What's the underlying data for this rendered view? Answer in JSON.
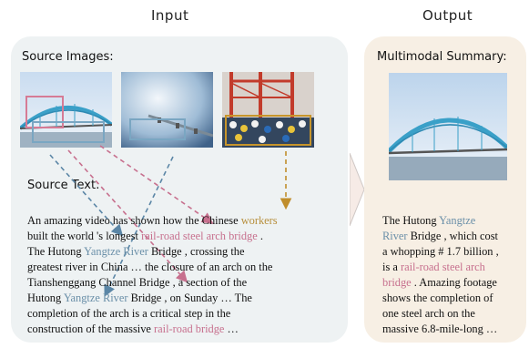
{
  "headers": {
    "input": "Input",
    "output": "Output"
  },
  "input": {
    "source_images_label": "Source Images:",
    "source_text_label": "Source Text:",
    "lines": [
      [
        {
          "t": "An amazing video has shown how the Chinese ",
          "c": ""
        },
        {
          "t": "workers",
          "c": "gold"
        }
      ],
      [
        {
          "t": "built the world 's longest ",
          "c": ""
        },
        {
          "t": "rail-road steel arch bridge",
          "c": "pink"
        },
        {
          "t": " .",
          "c": ""
        }
      ],
      [
        {
          "t": "The Hutong ",
          "c": ""
        },
        {
          "t": "Yangtze River",
          "c": "blue"
        },
        {
          "t": " Bridge , crossing the",
          "c": ""
        }
      ],
      [
        {
          "t": "greatest river in China … the closure of an arch on the",
          "c": ""
        }
      ],
      [
        {
          "t": "Tianshenggang Channel Bridge , a section of the",
          "c": ""
        }
      ],
      [
        {
          "t": "Hutong ",
          "c": ""
        },
        {
          "t": "Yangtze River",
          "c": "blue"
        },
        {
          "t": " Bridge , on Sunday … The",
          "c": ""
        }
      ],
      [
        {
          "t": "completion of the arch is a critical step in the",
          "c": ""
        }
      ],
      [
        {
          "t": "construction of the massive ",
          "c": ""
        },
        {
          "t": "rail-road bridge",
          "c": "pink"
        },
        {
          "t": " …",
          "c": ""
        }
      ]
    ]
  },
  "output": {
    "label": "Multimodal Summary:",
    "lines": [
      [
        {
          "t": "The Hutong ",
          "c": ""
        },
        {
          "t": "Yangtze",
          "c": "blue"
        }
      ],
      [
        {
          "t": "River",
          "c": "blue"
        },
        {
          "t": " Bridge , which cost",
          "c": ""
        }
      ],
      [
        {
          "t": "a whopping # 1.7 billion ,",
          "c": ""
        }
      ],
      [
        {
          "t": "is a ",
          "c": ""
        },
        {
          "t": "rail-road steel arch",
          "c": "pink"
        }
      ],
      [
        {
          "t": "bridge",
          "c": "pink"
        },
        {
          "t": " . Amazing footage",
          "c": ""
        }
      ],
      [
        {
          "t": "shows the completion of",
          "c": ""
        }
      ],
      [
        {
          "t": "one steel arch on the",
          "c": ""
        }
      ],
      [
        {
          "t": "massive 6.8-mile-long …",
          "c": ""
        }
      ]
    ]
  },
  "colors": {
    "blue": "#5b86a6",
    "pink": "#c7708e",
    "gold": "#c08e2c",
    "panel_in": "#eef2f3",
    "panel_out": "#f7efe4"
  }
}
